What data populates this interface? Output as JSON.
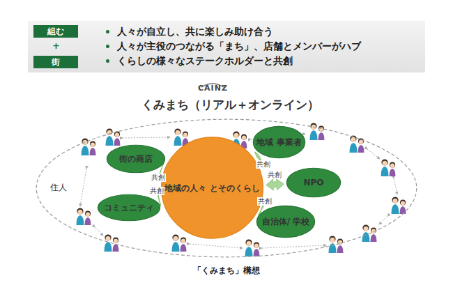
{
  "diagram": {
    "title": "くみまち（リアル＋オンライン）",
    "caption": "「くみまち」構想",
    "nodes": [
      {
        "text": [
          "人々が自立し、共に楽しみ助け合う",
          "人々が主役のつながる「まち」、店舗とメンバーがハブ",
          "くらしの様々なステークホルダーと共創"
        ]
      },
      {
        "text": [
          "組む"
        ],
        "in": 0
      },
      {
        "text": [
          "街"
        ],
        "in": 0
      },
      {
        "text": [
          "住人"
        ]
      },
      {
        "text": [
          "地域の人々 とそのくらし"
        ],
        "in": 3
      },
      {
        "text": [
          "街の商店"
        ],
        "in": 3
      },
      {
        "text": [
          "コミュニティ"
        ],
        "in": 3
      },
      {
        "text": [
          "地域 事業者"
        ],
        "in": 3
      },
      {
        "text": [
          "NPO"
        ],
        "in": 3
      },
      {
        "text": [
          "自治体/ 学校"
        ],
        "in": 3
      }
    ],
    "edges": [
      {
        "from": 4,
        "to": 5,
        "arrow": "both",
        "label": "共創"
      },
      {
        "from": 4,
        "to": 6,
        "arrow": "both",
        "label": "共創"
      },
      {
        "from": 4,
        "to": 7,
        "arrow": "both",
        "label": "共創"
      },
      {
        "from": 4,
        "to": 8,
        "arrow": "both",
        "label": "共創"
      },
      {
        "from": 4,
        "to": 9,
        "arrow": "both",
        "label": "共創"
      }
    ],
    "labels": [
      "+",
      "CAINZ"
    ]
  }
}
